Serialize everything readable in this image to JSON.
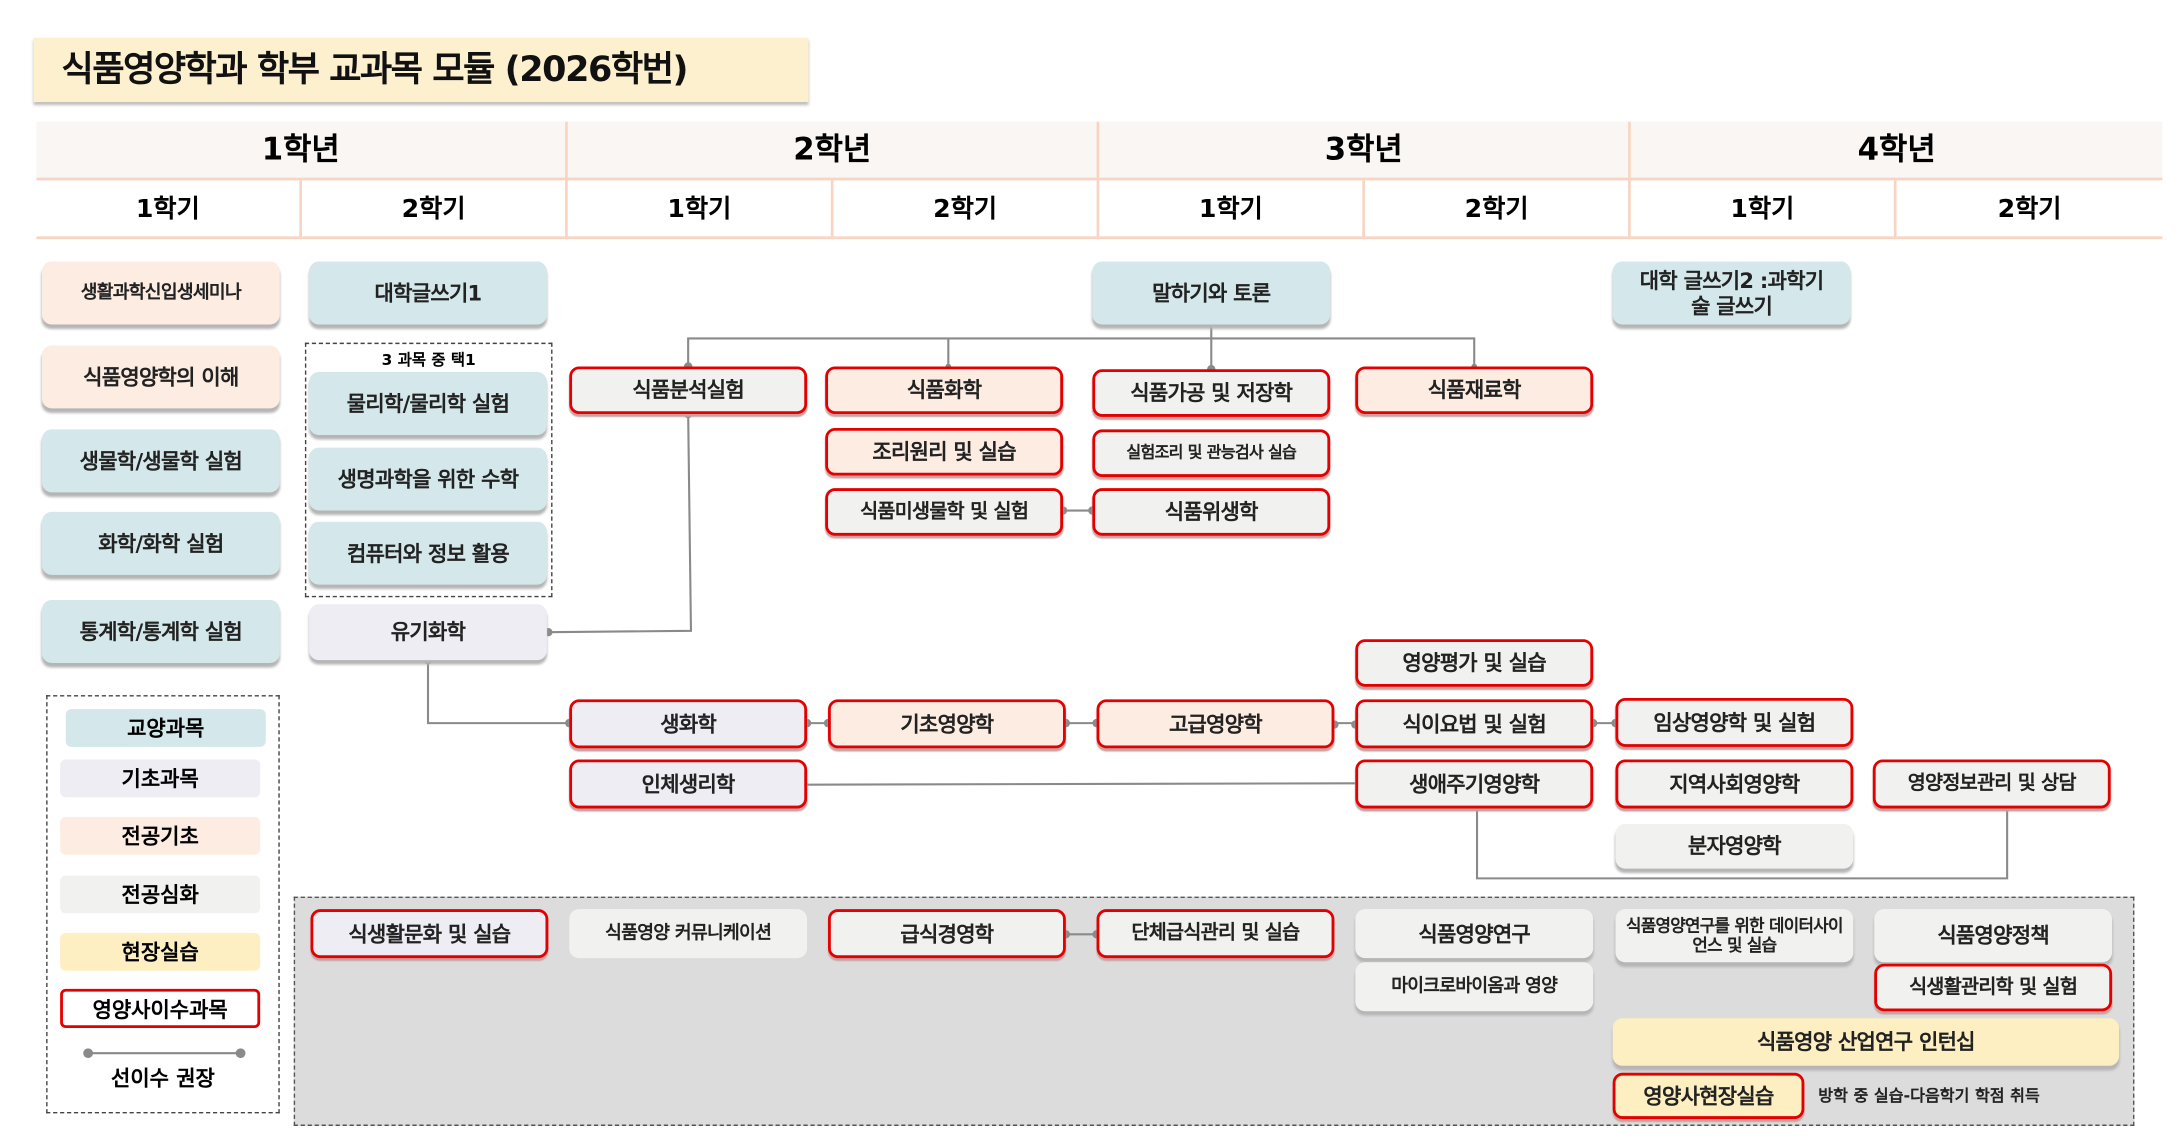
{
  "title": "식품영양학과 학부 교과목 모듈 (2026학번)",
  "years": [
    "1학년",
    "2학년",
    "3학년",
    "4학년"
  ],
  "semesters": [
    "1학기",
    "2학기",
    "1학기",
    "2학기",
    "1학기",
    "2학기",
    "1학기",
    "2학기"
  ],
  "elective_note": "3 과목 중 택1",
  "courses": {
    "c1": "생활과학신입생세미나",
    "c2": "식품영양학의 이해",
    "c3": "생물학/생물학 실험",
    "c4": "화학/화학 실험",
    "c5": "통계학/통계학 실험",
    "c6": "대학글쓰기1",
    "c7": "물리학/물리학 실험",
    "c8": "생명과학을 위한 수학",
    "c9": "컴퓨터와 정보 활용",
    "c10": "유기화학",
    "c11": "식품분석실험",
    "c12": "생화학",
    "c13": "인체생리학",
    "c14": "식품화학",
    "c15": "조리원리 및 실습",
    "c16": "식품미생물학 및 실험",
    "c17": "기초영양학",
    "c18": "말하기와 토론",
    "c19": "식품가공 및 저장학",
    "c20": "실험조리 및 관능검사 실습",
    "c21": "식품위생학",
    "c22": "고급영양학",
    "c23": "식품재료학",
    "c24": "영양평가 및 실습",
    "c25": "식이요법 및 실험",
    "c26": "생애주기영양학",
    "c27": "대학 글쓰기2 :과학기술 글쓰기",
    "c28": "임상영양학 및 실험",
    "c29": "지역사회영양학",
    "c30": "분자영양학",
    "c31": "영양정보관리 및 상담",
    "c32": "식생활문화 및 실습",
    "c33": "식품영양 커뮤니케이션",
    "c34": "급식경영학",
    "c35": "단체급식관리 및 실습",
    "c36": "식품영양연구",
    "c37": "마이크로바이옴과 영양",
    "c38": "식품영양연구를 위한 데이터사이언스 및 실습",
    "c39": "식품영양정책",
    "c40": "식생활관리학 및 실험",
    "c41": "식품영양 산업연구 인턴십",
    "c42": "영양사현장실습"
  },
  "practicum_note": "방학 중 실습-다음학기 학점 취득",
  "legend": {
    "general": "교양과목",
    "basic": "기초과목",
    "major_basic": "전공기초",
    "major_advanced": "전공심화",
    "field": "현장실습",
    "dietitian": "영양사이수과목",
    "prereq": "선이수 권장"
  },
  "colors": {
    "general": "#d4e8eb",
    "basic": "#ededf3",
    "major_basic": "#fdece2",
    "major_advanced": "#f1f2ef",
    "field": "#fdefc1",
    "dietitian_border": "#e40000"
  }
}
